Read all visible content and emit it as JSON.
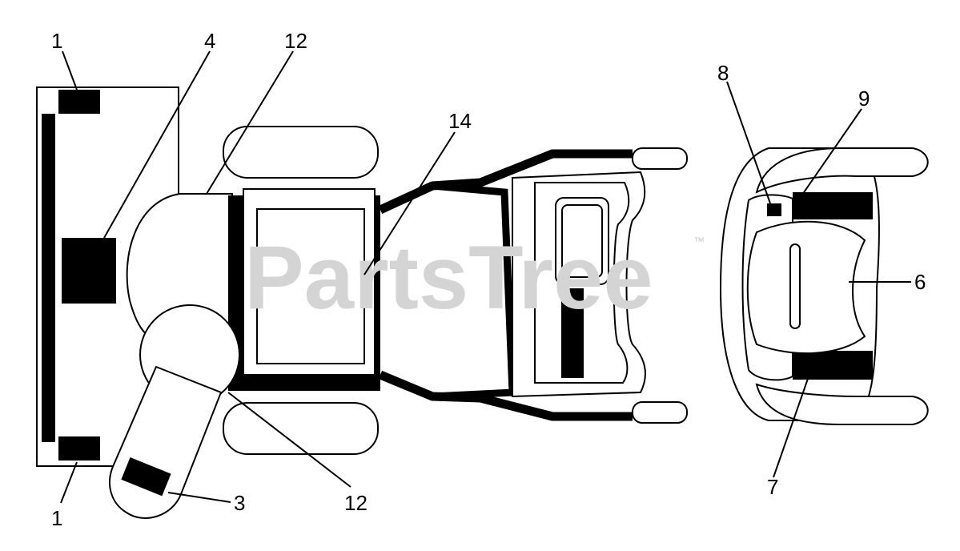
{
  "watermark": {
    "text": "PartsTree",
    "trademark": "™"
  },
  "callouts": [
    {
      "id": "1-top",
      "label": "1"
    },
    {
      "id": "4",
      "label": "4"
    },
    {
      "id": "12-top",
      "label": "12"
    },
    {
      "id": "14",
      "label": "14"
    },
    {
      "id": "8",
      "label": "8"
    },
    {
      "id": "9",
      "label": "9"
    },
    {
      "id": "6",
      "label": "6"
    },
    {
      "id": "7",
      "label": "7"
    },
    {
      "id": "3",
      "label": "3"
    },
    {
      "id": "12-bottom",
      "label": "12"
    },
    {
      "id": "1-bottom",
      "label": "1"
    }
  ],
  "colors": {
    "ink": "#000000",
    "watermark": "#d4d4d4",
    "background": "#ffffff"
  }
}
